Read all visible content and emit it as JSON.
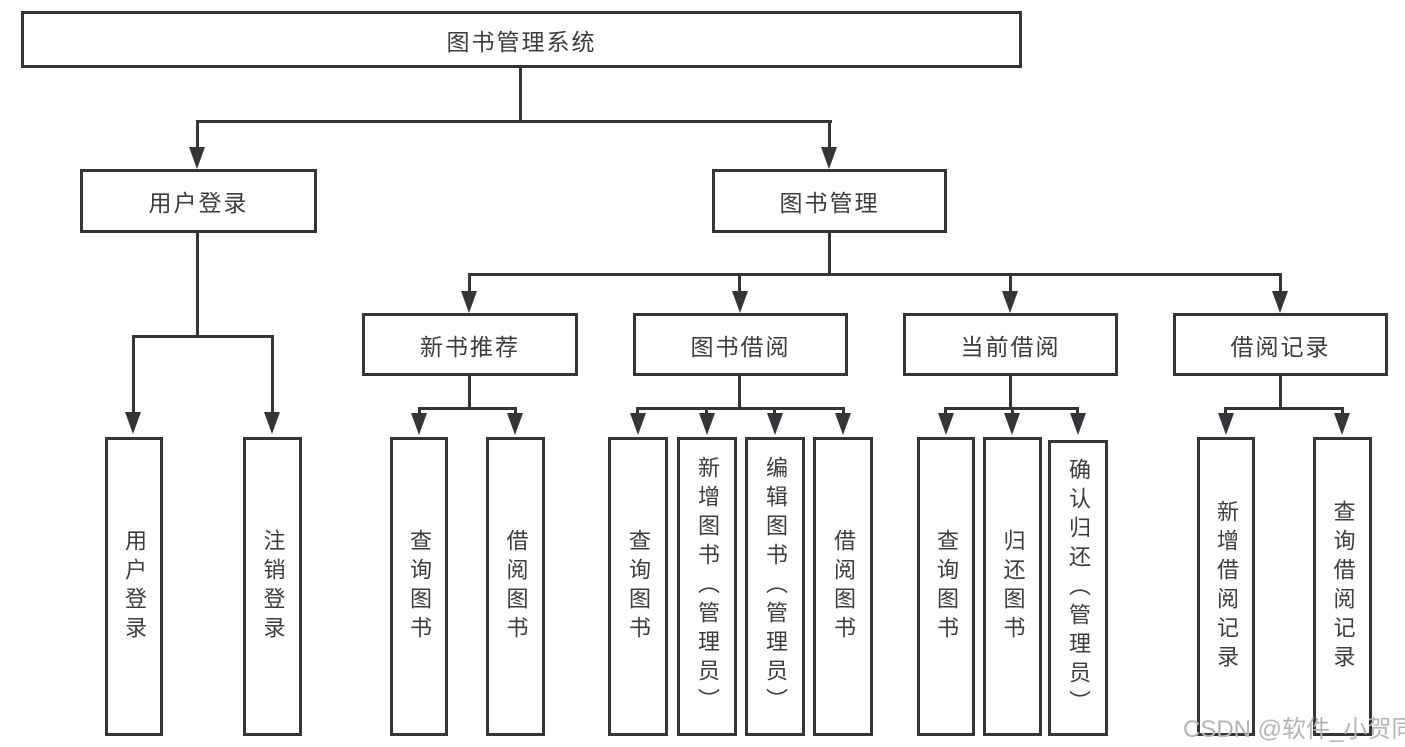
{
  "diagram": {
    "root": {
      "label": "图书管理系统"
    },
    "branches": [
      {
        "label": "用户登录",
        "children": [
          {
            "label": "用户登录"
          },
          {
            "label": "注销登录"
          }
        ]
      },
      {
        "label": "图书管理",
        "children": [
          {
            "label": "新书推荐",
            "children": [
              {
                "label": "查询图书"
              },
              {
                "label": "借阅图书"
              }
            ]
          },
          {
            "label": "图书借阅",
            "children": [
              {
                "label": "查询图书"
              },
              {
                "label": "新增图书（管理员）"
              },
              {
                "label": "编辑图书（管理员）"
              },
              {
                "label": "借阅图书"
              }
            ]
          },
          {
            "label": "当前借阅",
            "children": [
              {
                "label": "查询图书"
              },
              {
                "label": "归还图书"
              },
              {
                "label": "确认归还（管理员）"
              }
            ]
          },
          {
            "label": "借阅记录",
            "children": [
              {
                "label": "新增借阅记录"
              },
              {
                "label": "查询借阅记录"
              }
            ]
          }
        ]
      }
    ]
  },
  "watermark": {
    "text": "CSDN @软件_小贺同学"
  },
  "colors": {
    "line": "#343539",
    "text": "#3c3c41",
    "watermark": "#b5b5b5",
    "background": "#ffffff"
  }
}
